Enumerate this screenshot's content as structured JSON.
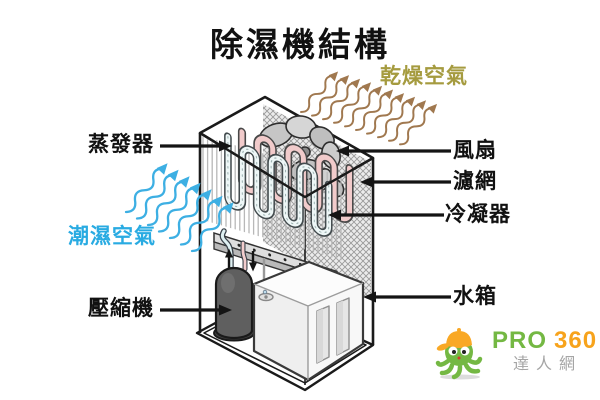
{
  "title": {
    "text": "除濕機結構"
  },
  "airflow": {
    "dry_air_label": "乾燥空氣",
    "humid_air_label": "潮濕空氣",
    "dry_air_text_color": "#a59b3f",
    "dry_wave_color": "#a0784f",
    "humid_air_text_color": "#29abe2",
    "humid_wave_color": "#3dafe3"
  },
  "components": {
    "evaporator": "蒸發器",
    "fan": "風扇",
    "filter": "濾網",
    "condenser": "冷凝器",
    "compressor": "壓縮機",
    "water_tank": "水箱"
  },
  "illustration_colors": {
    "condenser_coil": "#f1cbcb",
    "evaporator_coil": "#eef7f7",
    "line_color": "#1a1a1a"
  },
  "logo": {
    "brand_pro": "PRO",
    "brand_360": "360",
    "tagline": "達人網",
    "green": "#74b843",
    "orange": "#f7a31c"
  }
}
